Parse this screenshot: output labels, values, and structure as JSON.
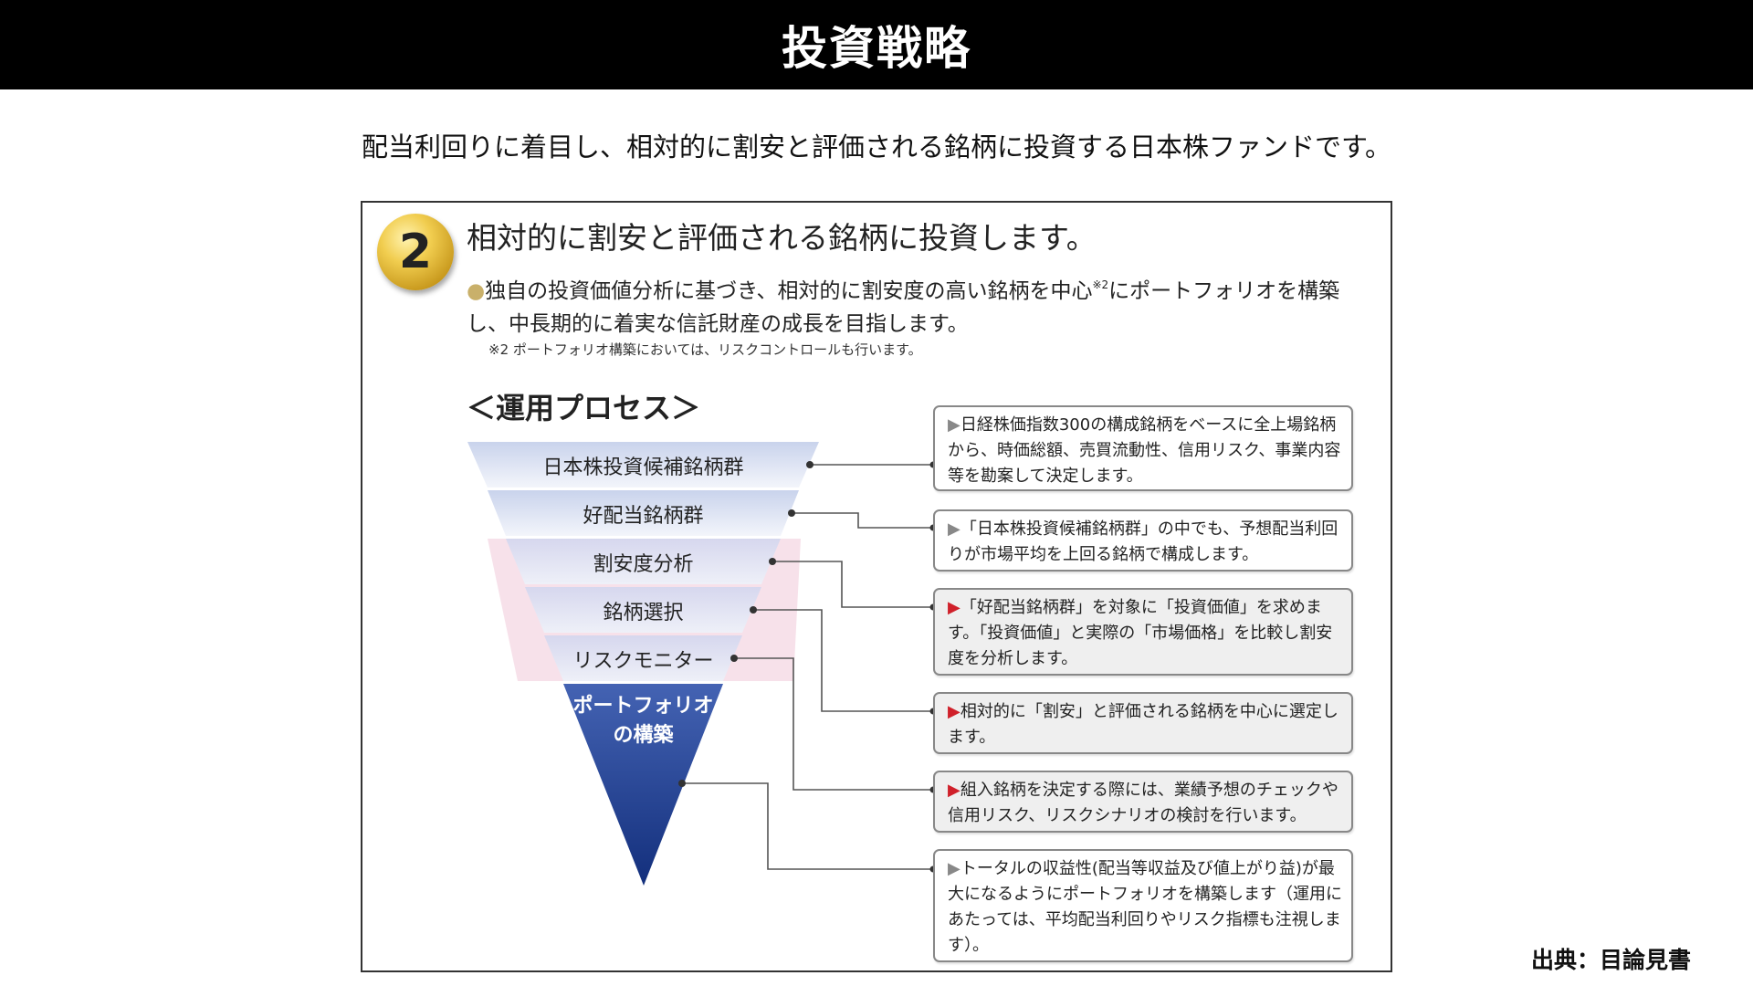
{
  "header": {
    "title": "投資戦略"
  },
  "subtitle": "配当利回りに着目し、相対的に割安と評価される銘柄に投資する日本株ファンドです。",
  "source": "出典：目論見書",
  "panel": {
    "badge_number": "2",
    "heading": "相対的に割安と評価される銘柄に投資します。",
    "bullet_marker": "●",
    "description_part1": "独自の投資価値分析に基づき、相対的に割安度の高い銘柄を中心",
    "description_note_ref": "※2",
    "description_part2": "にポートフォリオを構築し、中長期的に着実な信託財産の成長を目指します。",
    "footnote": "※2 ポートフォリオ構築においては、リスクコントロールも行います。",
    "process_title": "＜運用プロセス＞",
    "funnel_stages": [
      "日本株投資候補銘柄群",
      "好配当銘柄群",
      "割安度分析",
      "銘柄選択",
      "リスクモニター"
    ],
    "final_stage_line1": "ポートフォリオ",
    "final_stage_line2": "の構築",
    "colors": {
      "funnel_blue_dark": "#1b3a8c",
      "funnel_blue_light": "#dfe6f6",
      "funnel_pink": "#f5dce6",
      "red_marker": "#d0202a",
      "badge_gold": "#e9c24a"
    },
    "explanations": [
      {
        "marker": "▶",
        "marker_color": "gray",
        "text": "日経株価指数300の構成銘柄をベースに全上場銘柄から、時価総額、売買流動性、信用リスク、事業内容等を勘案して決定します。"
      },
      {
        "marker": "▶",
        "marker_color": "gray",
        "text": "「日本株投資候補銘柄群」の中でも、予想配当利回りが市場平均を上回る銘柄で構成します。"
      },
      {
        "marker": "▶",
        "marker_color": "red",
        "text": "「好配当銘柄群」を対象に「投資価値」を求めます。「投資価値」と実際の「市場価格」を比較し割安度を分析します。"
      },
      {
        "marker": "▶",
        "marker_color": "red",
        "text": "相対的に「割安」と評価される銘柄を中心に選定します。"
      },
      {
        "marker": "▶",
        "marker_color": "red",
        "text": "組入銘柄を決定する際には、業績予想のチェックや信用リスク、リスクシナリオの検討を行います。"
      },
      {
        "marker": "▶",
        "marker_color": "gray",
        "text": "トータルの収益性(配当等収益及び値上がり益)が最大になるようにポートフォリオを構築します（運用にあたっては、平均配当利回りやリスク指標も注視します）。"
      }
    ]
  }
}
